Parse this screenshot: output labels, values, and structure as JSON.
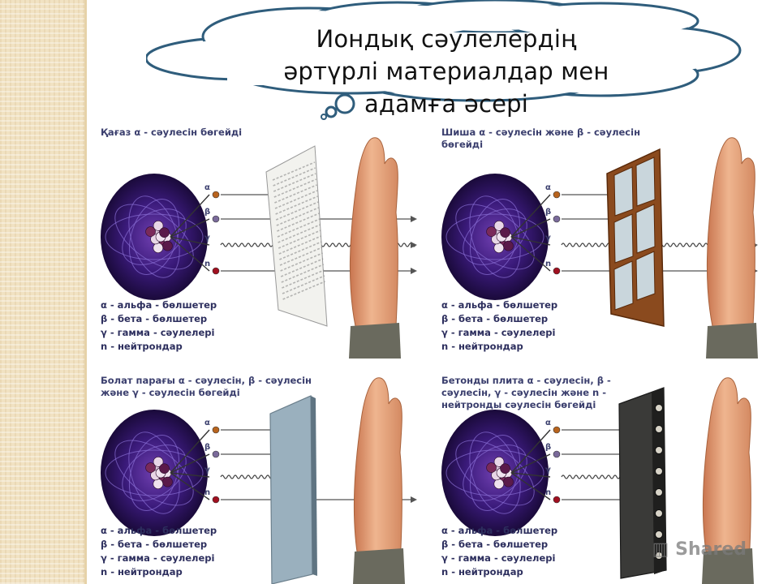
{
  "slide": {
    "title_line1": "Иондық сәулелердің",
    "title_line2": "әртүрлі материалдар мен",
    "title_line3": "адамға әсері"
  },
  "panels": [
    {
      "caption": [
        "Қағаз α - сәулесін бөгейді"
      ],
      "material": "paper",
      "legend": [
        "α - альфа - бөлшетер",
        "β - бета - бөлшетер",
        "γ - гамма - сәулелері",
        "n - нейтрондар"
      ],
      "ray_labels": [
        "α",
        "β",
        "γ",
        "n"
      ]
    },
    {
      "caption": [
        "Шиша α - сәулесін және β - сәулесін",
        "бөгейді"
      ],
      "material": "glass-window",
      "legend": [
        "α - альфа - бөлшетер",
        "β - бета - бөлшетер",
        "γ - гамма - сәулелері",
        "n - нейтрондар"
      ],
      "ray_labels": [
        "α",
        "β",
        "γ",
        "n"
      ]
    },
    {
      "caption": [
        "Болат парағы α - сәулесін, β - сәулесін",
        "және  γ - сәулесін бөгейді"
      ],
      "material": "steel-sheet",
      "legend": [
        "α - альфа - бөлшетер",
        "β - бета - бөлшетер",
        "γ - гамма - сәулелері",
        "n - нейтрондар"
      ],
      "ray_labels": [
        "α",
        "β",
        "γ",
        "n"
      ]
    },
    {
      "caption": [
        "Бетонды плита α - сәулесін, β -",
        "сәулесін, γ - сәулесін және  n -",
        "нейтронды сәулесін  бөгейді"
      ],
      "material": "concrete-slab",
      "legend": [
        "α - альфа - бөлшетер",
        "β - бета - бөлшетер",
        "γ - гамма - сәулелері",
        "n - нейтрондар"
      ],
      "ray_labels": [
        "α",
        "β",
        "γ",
        "n"
      ]
    }
  ],
  "watermark": "Shared",
  "colors": {
    "stripe": "#f1e2c2",
    "cloud_stroke": "#2f5d7c",
    "caption": "#3b3f6e",
    "atom_core": "#3b1a6e",
    "hand": "#e3a07a"
  }
}
